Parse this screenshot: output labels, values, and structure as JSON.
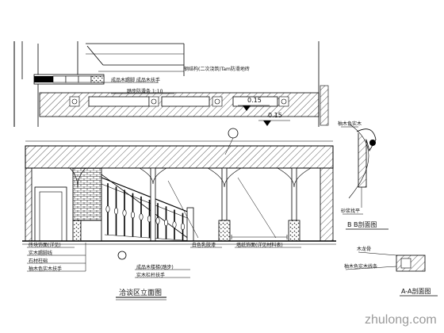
{
  "titles": {
    "main_elevation": "洽谈区立面图",
    "section_b": "B B剖面图",
    "section_a": "A-A剖面图"
  },
  "elevations": {
    "top": "0.15",
    "ceiling": "0.15"
  },
  "callouts": {
    "top_note_1": "钢结构(二次浇筑)Tam防滑地砖",
    "top_note_2": "成品木踢脚 成品木扶手",
    "top_note_3": "踏步防滑条 1:10",
    "mid_note_1": "白色乳胶漆",
    "mid_note_2": "墙纸饰面(详见材料表)",
    "left_note_1": "砖块饰面(详见)",
    "left_note_2": "实木踢脚线",
    "left_note_3": "石材柱础",
    "left_note_4": "柚木色实木扶手",
    "bottom_note_1": "成品木楼梯(踏步)",
    "bottom_note_2": "实木栏杆扶手",
    "section_note": "柚木色实木",
    "section_note_2": "砂浆找平",
    "section_note_3": "木龙骨",
    "section_note_4": "柚木色实木线条"
  },
  "watermark": "zhulong.com"
}
